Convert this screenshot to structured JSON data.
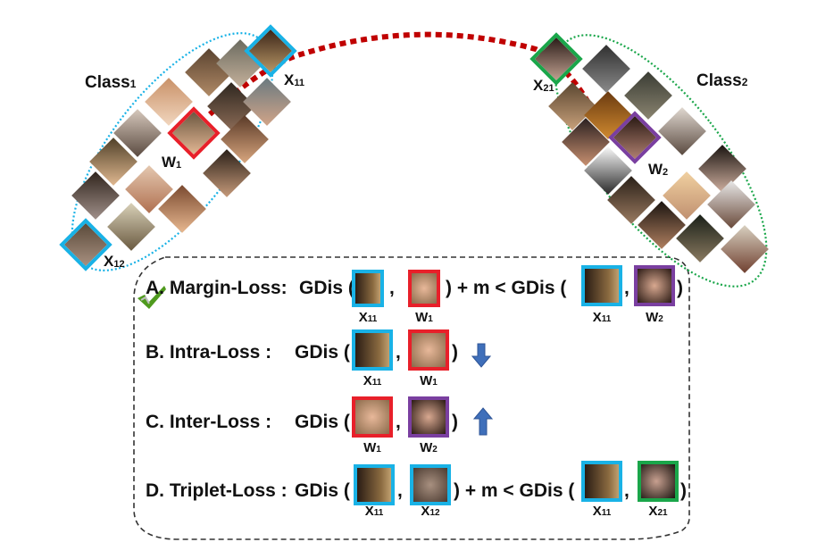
{
  "colors": {
    "x_border": "#19b2e6",
    "w1_border": "#e8202a",
    "w2_border": "#7a3fa0",
    "x21_border": "#1aa64a",
    "link_dotted": "#c00000",
    "class1_ellipse": "#19b2e6",
    "class2_ellipse": "#1aa64a",
    "arrow_blue": "#3f6fba",
    "check_green": "#4f9a1e"
  },
  "class1": {
    "title": "Class",
    "title_sub": "1",
    "labels": {
      "x11": {
        "main": "X",
        "sub": "11"
      },
      "x12": {
        "main": "X",
        "sub": "12"
      },
      "w1": {
        "main": "W",
        "sub": "1"
      }
    }
  },
  "class2": {
    "title": "Class",
    "title_sub": "2",
    "labels": {
      "x21": {
        "main": "X",
        "sub": "21"
      },
      "w2": {
        "main": "W",
        "sub": "2"
      }
    }
  },
  "icons": {
    "checkmark": "checkmark-icon",
    "down_arrow": "arrow-down-icon",
    "up_arrow": "arrow-up-icon"
  },
  "equations": [
    {
      "id": "A",
      "label": "A. Margin-Loss:",
      "lhs_fn": "GDis (",
      "lhs_pair": [
        {
          "main": "X",
          "sub": "11",
          "kind": "x"
        },
        {
          "main": "W",
          "sub": "1",
          "kind": "w1"
        }
      ],
      "mid": ") + m < GDis (",
      "rhs_pair": [
        {
          "main": "X",
          "sub": "11",
          "kind": "x"
        },
        {
          "main": "W",
          "sub": "2",
          "kind": "w2"
        }
      ],
      "close": ")",
      "checked": true
    },
    {
      "id": "B",
      "label": "B. Intra-Loss :",
      "lhs_fn": "GDis (",
      "lhs_pair": [
        {
          "main": "X",
          "sub": "11",
          "kind": "x"
        },
        {
          "main": "W",
          "sub": "1",
          "kind": "w1"
        }
      ],
      "close": ")",
      "trend": "down"
    },
    {
      "id": "C",
      "label": "C. Inter-Loss :",
      "lhs_fn": "GDis (",
      "lhs_pair": [
        {
          "main": "W",
          "sub": "1",
          "kind": "w1"
        },
        {
          "main": "W",
          "sub": "2",
          "kind": "w2"
        }
      ],
      "close": ")",
      "trend": "up"
    },
    {
      "id": "D",
      "label": "D. Triplet-Loss :",
      "lhs_fn": "GDis (",
      "lhs_pair": [
        {
          "main": "X",
          "sub": "11",
          "kind": "x"
        },
        {
          "main": "X",
          "sub": "12",
          "kind": "x"
        }
      ],
      "mid": ") + m < GDis (",
      "rhs_pair": [
        {
          "main": "X",
          "sub": "11",
          "kind": "x"
        },
        {
          "main": "X",
          "sub": "21",
          "kind": "x21"
        }
      ],
      "close": ")"
    }
  ],
  "comma": ","
}
